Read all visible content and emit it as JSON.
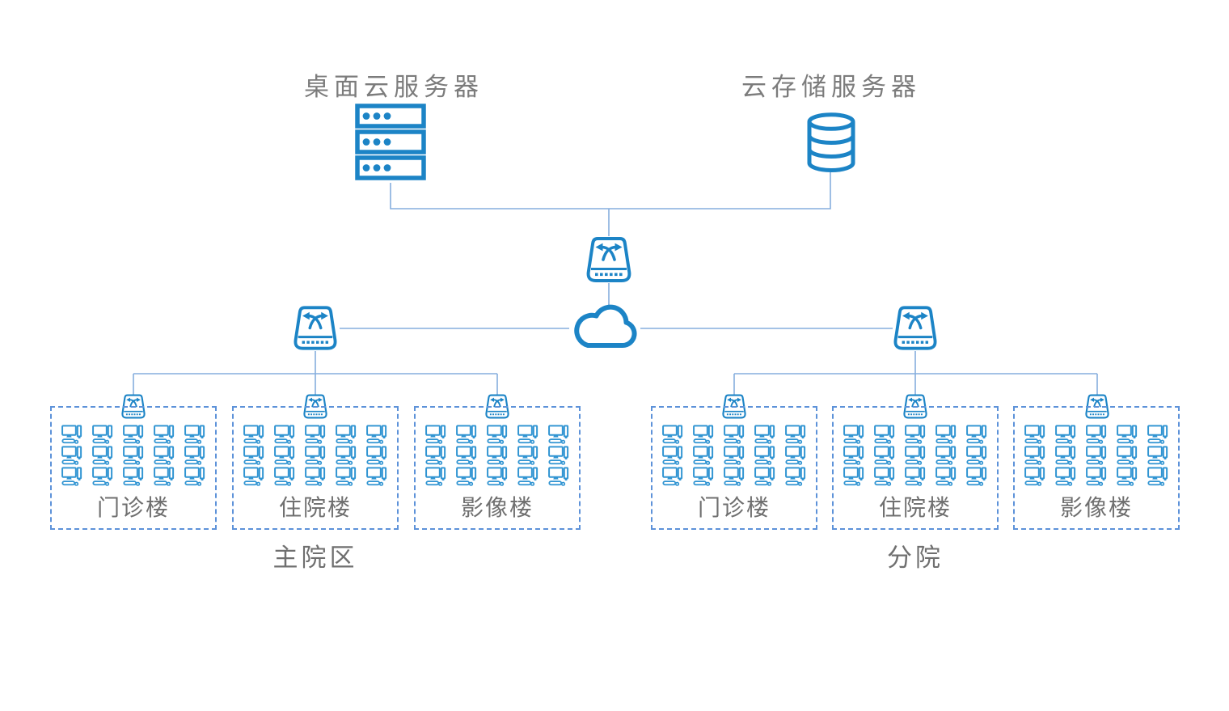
{
  "diagram": {
    "title": "hospital-desktop-cloud-network-topology",
    "colors": {
      "icon_blue": "#1c84c6",
      "computer_blue": "#3094d2",
      "connector_blue": "#85aede",
      "dashed_border_blue": "#5d92d9",
      "title_label_gray": "#7c7c7c",
      "building_label_gray": "#6f6f6f"
    },
    "servers": {
      "desktop_cloud": {
        "label": "桌面云服务器",
        "icon": "server-rack-icon"
      },
      "cloud_storage": {
        "label": "云存储服务器",
        "icon": "database-icon"
      }
    },
    "core": {
      "core_switch_icon": "switch-icon",
      "network_cloud_icon": "cloud-icon",
      "left_aggregation_switch_icon": "switch-icon",
      "right_aggregation_switch_icon": "switch-icon"
    },
    "campuses": [
      {
        "name": "主院区",
        "buildings": [
          {
            "name": "门诊楼",
            "switch_icon": "switch-icon",
            "computer_count": 15
          },
          {
            "name": "住院楼",
            "switch_icon": "switch-icon",
            "computer_count": 15
          },
          {
            "name": "影像楼",
            "switch_icon": "switch-icon",
            "computer_count": 15
          }
        ]
      },
      {
        "name": "分院",
        "buildings": [
          {
            "name": "门诊楼",
            "switch_icon": "switch-icon",
            "computer_count": 15
          },
          {
            "name": "住院楼",
            "switch_icon": "switch-icon",
            "computer_count": 15
          },
          {
            "name": "影像楼",
            "switch_icon": "switch-icon",
            "computer_count": 15
          }
        ]
      }
    ]
  }
}
